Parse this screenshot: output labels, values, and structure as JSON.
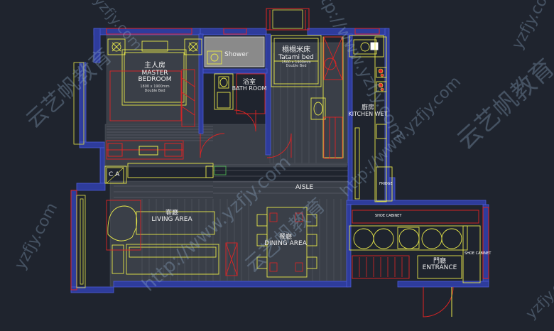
{
  "rooms": {
    "master_bedroom": {
      "cn": "主人房",
      "en": "MASTER BEDROOM",
      "size": "1800 x 1900mm",
      "bed": "Double Bed"
    },
    "shower": {
      "en": "Shower"
    },
    "bathroom": {
      "cn": "浴室",
      "en": "BATH ROOM"
    },
    "tatami": {
      "cn": "榻榻米床",
      "en": "Tatami bed",
      "size": "1500 x 1900mm",
      "bed": "Double Bed"
    },
    "kitchen": {
      "cn": "廚房",
      "en": "KITCHEN WET"
    },
    "aisle": {
      "en": "AISLE"
    },
    "living": {
      "cn": "客廳",
      "en": "LIVING AREA"
    },
    "dining": {
      "cn": "餐廳",
      "en": "DINING AREA"
    },
    "entrance": {
      "cn": "門廳",
      "en": "ENTRANCE"
    }
  },
  "fixtures": {
    "fridge": "FRIDGE",
    "shoe_cabinet_top": "SHOE CABINET",
    "shoe_cabinet_right": "SHOE CABINET",
    "ca": "C A"
  },
  "watermarks": {
    "brand": "云艺帆教育",
    "url": "http://www.yzfjy.com",
    "domain": "yzfjy.com"
  },
  "colors": {
    "background": "#1f242e",
    "wall": "#2e3c9c",
    "furniture": "#e8e84a",
    "accent": "#e02424",
    "fill": "#8a8a8a"
  }
}
